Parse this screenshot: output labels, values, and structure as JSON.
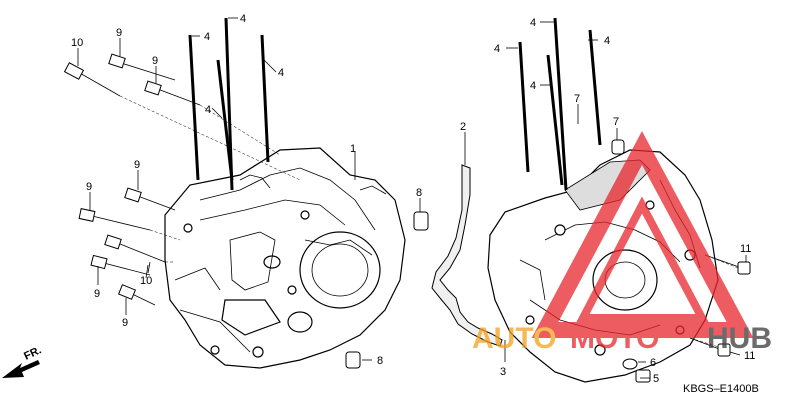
{
  "diagram": {
    "ref_code": "KBGS–E1400B",
    "front_indicator": "FR.",
    "callouts": [
      "1",
      "2",
      "3",
      "4",
      "5",
      "6",
      "7",
      "8",
      "9",
      "10",
      "11"
    ],
    "labels": {
      "l1": "1",
      "l2": "2",
      "l3": "3",
      "l4a": "4",
      "l4b": "4",
      "l4c": "4",
      "l4d": "4",
      "l4e": "4",
      "l4f": "4",
      "l4g": "4",
      "l4h": "4",
      "l5": "5",
      "l6": "6",
      "l7a": "7",
      "l7b": "7",
      "l8a": "8",
      "l8b": "8",
      "l9a": "9",
      "l9b": "9",
      "l9c": "9",
      "l9d": "9",
      "l9e": "9",
      "l9f": "9",
      "l10a": "10",
      "l10b": "10",
      "l11a": "11",
      "l11b": "11"
    }
  },
  "watermark": {
    "text_auto": "AUTO",
    "text_moto": "MOTO",
    "text_hub": "HUB",
    "color_triangle": "#e8262d",
    "color_auto": "#f4a11a",
    "color_hub": "#3a3a3a"
  }
}
